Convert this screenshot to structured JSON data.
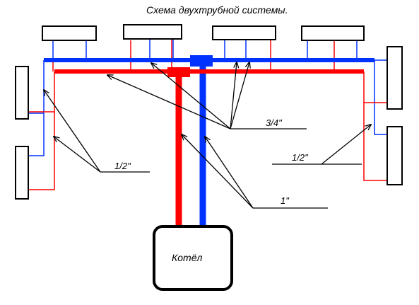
{
  "title": "Схема двухтрубной системы.",
  "boiler_label": "Котёл",
  "labels": {
    "size_34": "3/4\"",
    "size_12_left": "1/2\"",
    "size_12_right": "1/2\"",
    "size_1": "1\""
  },
  "colors": {
    "supply": "#ff0000",
    "return": "#0033ff",
    "outline": "#000000",
    "arrow": "#000000"
  }
}
